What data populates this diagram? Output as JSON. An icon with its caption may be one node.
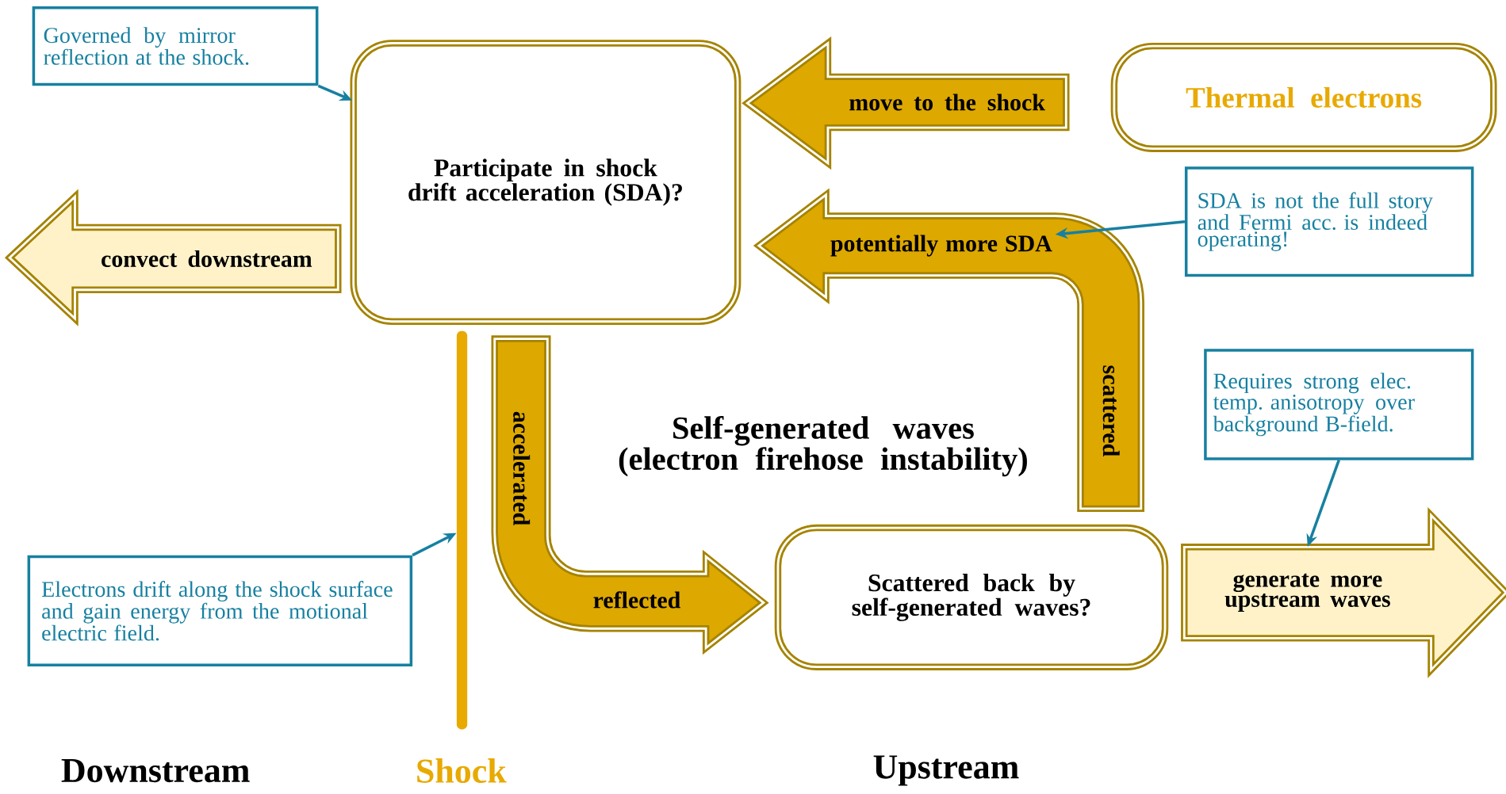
{
  "diagram": {
    "nodes": [
      {
        "text": [
          "Governed by mirror reflection at the shock."
        ]
      },
      {
        "text": [
          "Participate in shock drift acceleration (SDA)?"
        ]
      },
      {
        "text": [
          "move to the shock"
        ]
      },
      {
        "text": [
          "Thermal electrons"
        ]
      },
      {
        "text": [
          "SDA is not the full story and Fermi acc. is indeed operating!"
        ]
      },
      {
        "text": [
          "convect downstream"
        ]
      },
      {
        "text": [
          "potentially more SDA",
          "scattered"
        ]
      },
      {
        "text": [],
        "shape": "bar"
      },
      {
        "text": [
          "accelerated",
          "reflected"
        ]
      },
      {
        "text": [
          "Requires strong elec. temp. anisotropy over background B-field."
        ]
      },
      {
        "text": [
          "Electrons drift along the shock surface and gain energy from the motional electric field."
        ]
      },
      {
        "text": [
          "Scattered back by self-generated waves?"
        ]
      },
      {
        "text": [
          "generate more upstream waves"
        ]
      }
    ],
    "edges": [
      {
        "from": 0,
        "to": 1,
        "arrow": "to"
      },
      {
        "from": 4,
        "to": 6,
        "arrow": "to"
      },
      {
        "from": 9,
        "to": 12,
        "arrow": "to"
      },
      {
        "from": 10,
        "to": 7,
        "arrow": "to"
      }
    ],
    "labels": [
      "Self-generated waves (electron firehose instability)",
      "Downstream",
      "Shock",
      "Upstream"
    ]
  }
}
